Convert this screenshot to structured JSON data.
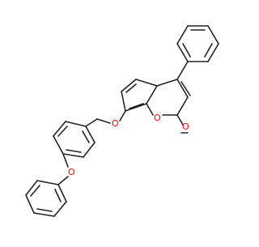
{
  "molecule": {
    "atom_labels": {
      "ring_oxygen": "O",
      "carbonyl_oxygen": "O",
      "ether_oxygen_benzyloxy": "O",
      "ether_oxygen_phenoxy": "O"
    },
    "colors": {
      "bond": "#222222",
      "oxygen": "#ff0000",
      "background": "#ffffff"
    }
  }
}
